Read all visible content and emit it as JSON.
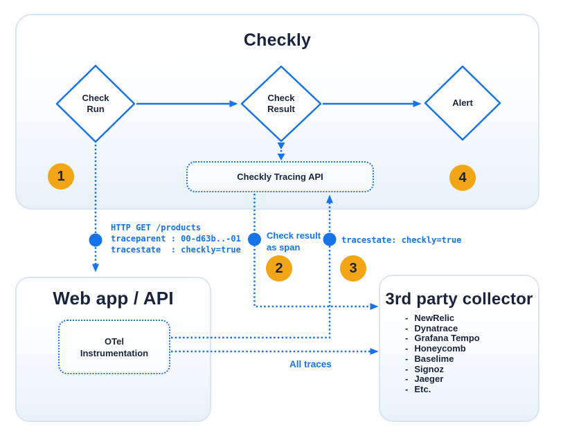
{
  "colors": {
    "accent_blue": "#1673E8",
    "text_navy": "#18243E",
    "badge_orange": "#F2A516",
    "card_border": "#DAE5F2",
    "card_gradient_bottom": "#E8F1FA"
  },
  "checkly_card": {
    "title": "Checkly"
  },
  "diamonds": {
    "check_run": "Check\nRun",
    "check_result": "Check\nResult",
    "alert": "Alert"
  },
  "tracing_api_label": "Checkly Tracing API",
  "badges": [
    "1",
    "2",
    "3",
    "4"
  ],
  "annotations": {
    "http_request": "HTTP GET /products\ntraceparent : 00-d63b..-01\ntracestate  : checkly=true",
    "check_result_as_span": "Check result\nas span",
    "tracestate_inline": "tracestate: checkly=true",
    "all_traces": "All traces"
  },
  "web_app_card": {
    "title": "Web app / API",
    "otel": "OTel\nInstrumentation"
  },
  "collector_card": {
    "title": "3rd party collector",
    "items": [
      "NewRelic",
      "Dynatrace",
      "Grafana Tempo",
      "Honeycomb",
      "Baselime",
      "Signoz",
      "Jaeger",
      "Etc."
    ]
  }
}
